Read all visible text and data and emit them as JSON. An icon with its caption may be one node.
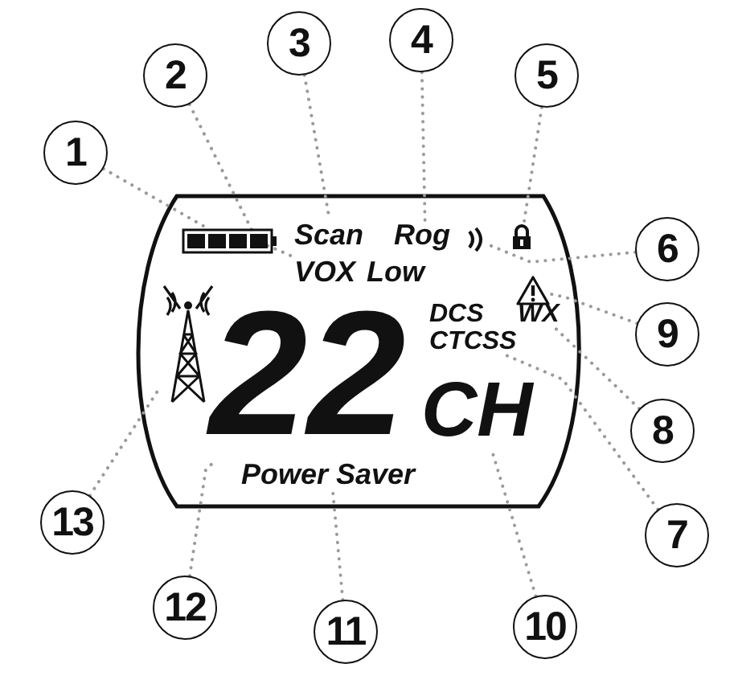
{
  "diagram": {
    "nodes": [
      {
        "text": [
          "1"
        ]
      },
      {
        "text": [
          "2"
        ]
      },
      {
        "text": [
          "3"
        ]
      },
      {
        "text": [
          "4"
        ]
      },
      {
        "text": [
          "5"
        ]
      },
      {
        "text": [
          "6"
        ]
      },
      {
        "text": [
          "7"
        ]
      },
      {
        "text": [
          "8"
        ]
      },
      {
        "text": [
          "9"
        ]
      },
      {
        "text": [
          "10"
        ]
      },
      {
        "text": [
          "11"
        ]
      },
      {
        "text": [
          "12"
        ]
      },
      {
        "text": [
          "13"
        ]
      },
      {
        "text": [],
        "shape": "battery"
      },
      {
        "text": [
          "Scan"
        ]
      },
      {
        "text": [
          "VOX"
        ]
      },
      {
        "text": [
          "Rog"
        ]
      },
      {
        "text": [],
        "shape": "lock"
      },
      {
        "text": [],
        "shape": "arcs"
      },
      {
        "text": [],
        "shape": "triangle"
      },
      {
        "text": [
          "WX"
        ]
      },
      {
        "text": [
          "CTCSS"
        ]
      },
      {
        "text": [
          "CH"
        ]
      },
      {
        "text": [
          "Power Saver"
        ]
      },
      {
        "text": [
          "22"
        ]
      },
      {
        "text": [],
        "shape": "tower"
      }
    ],
    "edges": [
      {
        "from": 0,
        "to": 13,
        "arrow": "none"
      },
      {
        "from": 1,
        "to": 15,
        "arrow": "none"
      },
      {
        "from": 2,
        "to": 14,
        "arrow": "none"
      },
      {
        "from": 3,
        "to": 16,
        "arrow": "none"
      },
      {
        "from": 4,
        "to": 17,
        "arrow": "none"
      },
      {
        "from": 5,
        "to": 18,
        "arrow": "none"
      },
      {
        "from": 6,
        "to": 21,
        "arrow": "none"
      },
      {
        "from": 7,
        "to": 20,
        "arrow": "none"
      },
      {
        "from": 8,
        "to": 19,
        "arrow": "none"
      },
      {
        "from": 9,
        "to": 22,
        "arrow": "none"
      },
      {
        "from": 10,
        "to": 23,
        "arrow": "none"
      },
      {
        "from": 11,
        "to": 24,
        "arrow": "none"
      },
      {
        "from": 12,
        "to": 25,
        "arrow": "none"
      }
    ],
    "labels": [
      "Low",
      "DCS"
    ]
  }
}
